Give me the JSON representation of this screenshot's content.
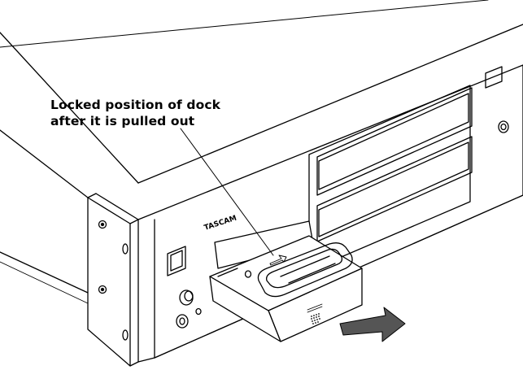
{
  "callout": {
    "line1": "Locked position of dock",
    "line2": "after it is pulled out"
  },
  "front_panel": {
    "logo": "TASCAM"
  },
  "icons": {
    "pull_arrow": "arrow-right-down-icon",
    "screw": "screw-icon",
    "power_button": "power-button-icon",
    "volume_knob": "knob-icon",
    "headphone_jack": "jack-icon"
  },
  "colors": {
    "line": "#000000",
    "background": "#ffffff",
    "arrow_fill": "#555555",
    "dock_shadow": "#cccccc"
  }
}
